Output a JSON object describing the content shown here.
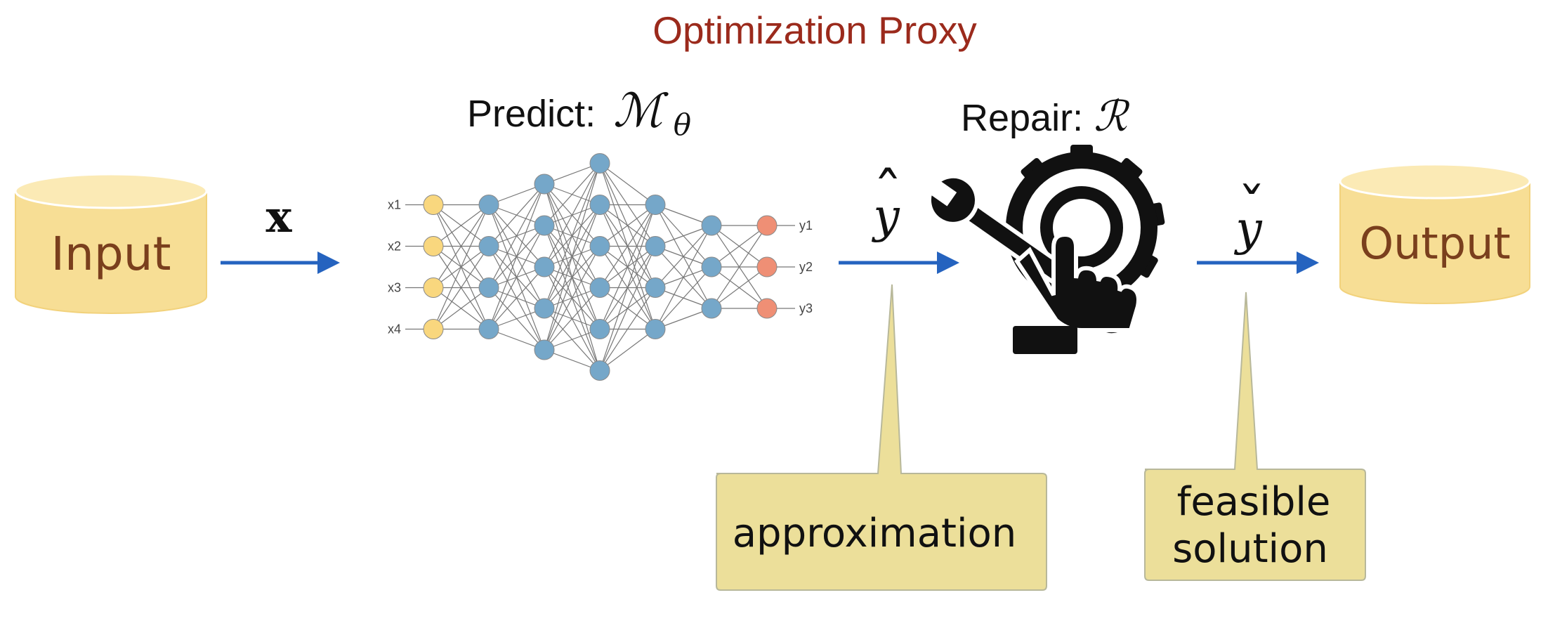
{
  "title": "Optimization Proxy",
  "input_label": "Input",
  "output_label": "Output",
  "x_symbol": "x",
  "predict": {
    "prefix": "Predict:",
    "model_letter": "ℳ",
    "model_subscript": "θ"
  },
  "repair": {
    "prefix": "Repair:",
    "symbol": "ℛ"
  },
  "y_hat": {
    "base": "y",
    "accent": "ˆ"
  },
  "y_check": {
    "base": "y",
    "accent": "ˇ"
  },
  "network": {
    "input_labels": [
      "x1",
      "x2",
      "x3",
      "x4"
    ],
    "output_labels": [
      "y1",
      "y2",
      "y3"
    ],
    "layer_sizes": [
      4,
      4,
      5,
      6,
      4,
      3,
      3
    ]
  },
  "callouts": {
    "approximation": "approximation",
    "feasible_line1": "feasible",
    "feasible_line2": "solution"
  },
  "colors": {
    "title": "#9b2a1c",
    "cylinder_fill": "#f7de95",
    "cylinder_top": "#fbeab5",
    "cylinder_text": "#7a3f1d",
    "arrow": "#2563bf",
    "input_node": "#f9d77e",
    "hidden_node": "#75a7c9",
    "output_node": "#ef8f75",
    "callout_fill": "#ecdf9a",
    "callout_stroke": "#b8b89a"
  }
}
